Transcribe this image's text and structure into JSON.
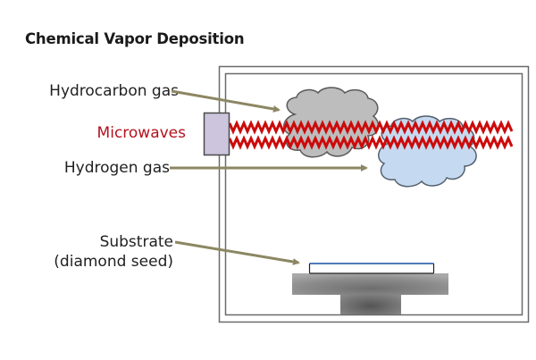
{
  "title": "Chemical Vapor Deposition",
  "labels": {
    "hydrocarbon": "Hydrocarbon gas",
    "microwaves": "Microwaves",
    "hydrogen": "Hydrogen gas",
    "substrate_line1": "Substrate",
    "substrate_line2": "(diamond seed)"
  },
  "colors": {
    "arrow": "#8c8763",
    "microwave": "#cc0a0a",
    "microwave_label": "#b3121e",
    "hydrocarbon_cloud": "#bdbdbd",
    "hydrogen_cloud": "#c5daf0",
    "generator": "#cdc4dd",
    "substrate_edge": "#3f6fb8",
    "chamber": "#555555"
  },
  "components": [
    "reaction-chamber",
    "microwave-generator",
    "hydrocarbon-gas-cloud",
    "hydrogen-gas-cloud",
    "substrate",
    "substrate-stage"
  ]
}
